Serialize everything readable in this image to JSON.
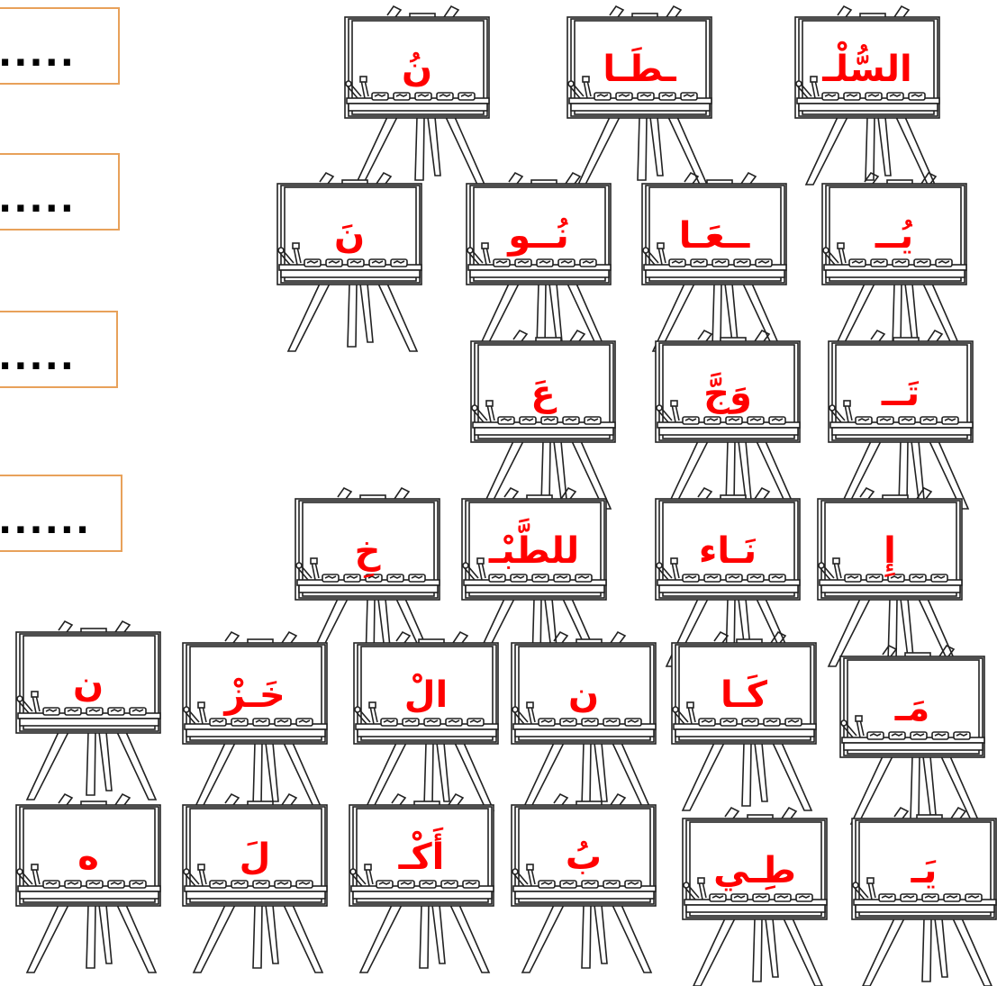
{
  "answer_boxes": [
    {
      "text": "....."
    },
    {
      "text": "....."
    },
    {
      "text": "....."
    },
    {
      "text": "......"
    }
  ],
  "syllables": {
    "r1": [
      "السُّلْـ",
      "ـطَـا",
      "نُ"
    ],
    "r2": [
      "يُــ",
      "ــعَـا",
      "نُــو",
      "نَ"
    ],
    "r3": [
      "تَــ",
      "وَجَّ",
      "عَ"
    ],
    "r4": [
      "إِ",
      "نَـاء",
      "للطَّبْـ",
      "خِ"
    ],
    "r5": [
      "مَـ",
      "كَـا",
      "ن",
      "الْ",
      "خَـزْ",
      "ن"
    ],
    "r6": [
      "يَـ",
      "طِـي",
      "بُ",
      "أَكْـ",
      "لَ",
      "ه"
    ]
  },
  "colors": {
    "syllable": "#ff0000",
    "box_border": "#e8a15a"
  }
}
